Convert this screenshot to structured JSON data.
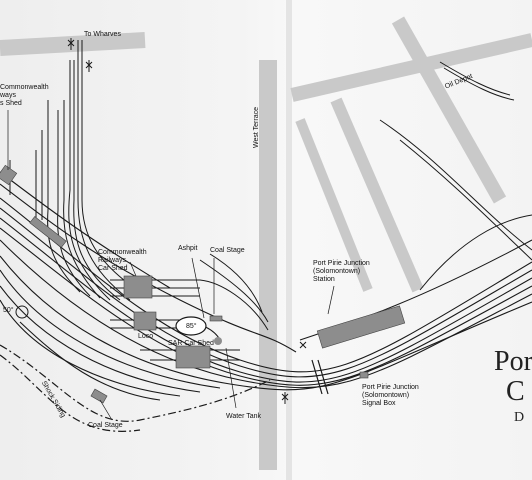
{
  "map": {
    "labels": {
      "wharves": "To Wharves",
      "commonwealth_shed_top": "Commonwealth\nways\ns Shed",
      "oil_depot": "Oil Depot",
      "west_terrace": "West Terrace",
      "commonwealth_car_shed": "Commonwealth\nRailways\nCar Shed",
      "ashpit": "Ashpit",
      "coal_stage_top": "Coal Stage",
      "junction_station": "Port Pirie Junction\n(Solomontown)\nStation",
      "angle_50": "50°",
      "angle_85": "85°",
      "loco": "Loco",
      "sar_car_shed": "SAR Car Shed",
      "signal_box": "Port Pirie Junction\n(Solomontown)\nSignal Box",
      "shock_siding": "Shock Siding",
      "water_tank": "Water Tank",
      "coal_stage_bottom": "Coal Stage"
    },
    "title_fragments": [
      "Por",
      "C",
      "D"
    ]
  }
}
